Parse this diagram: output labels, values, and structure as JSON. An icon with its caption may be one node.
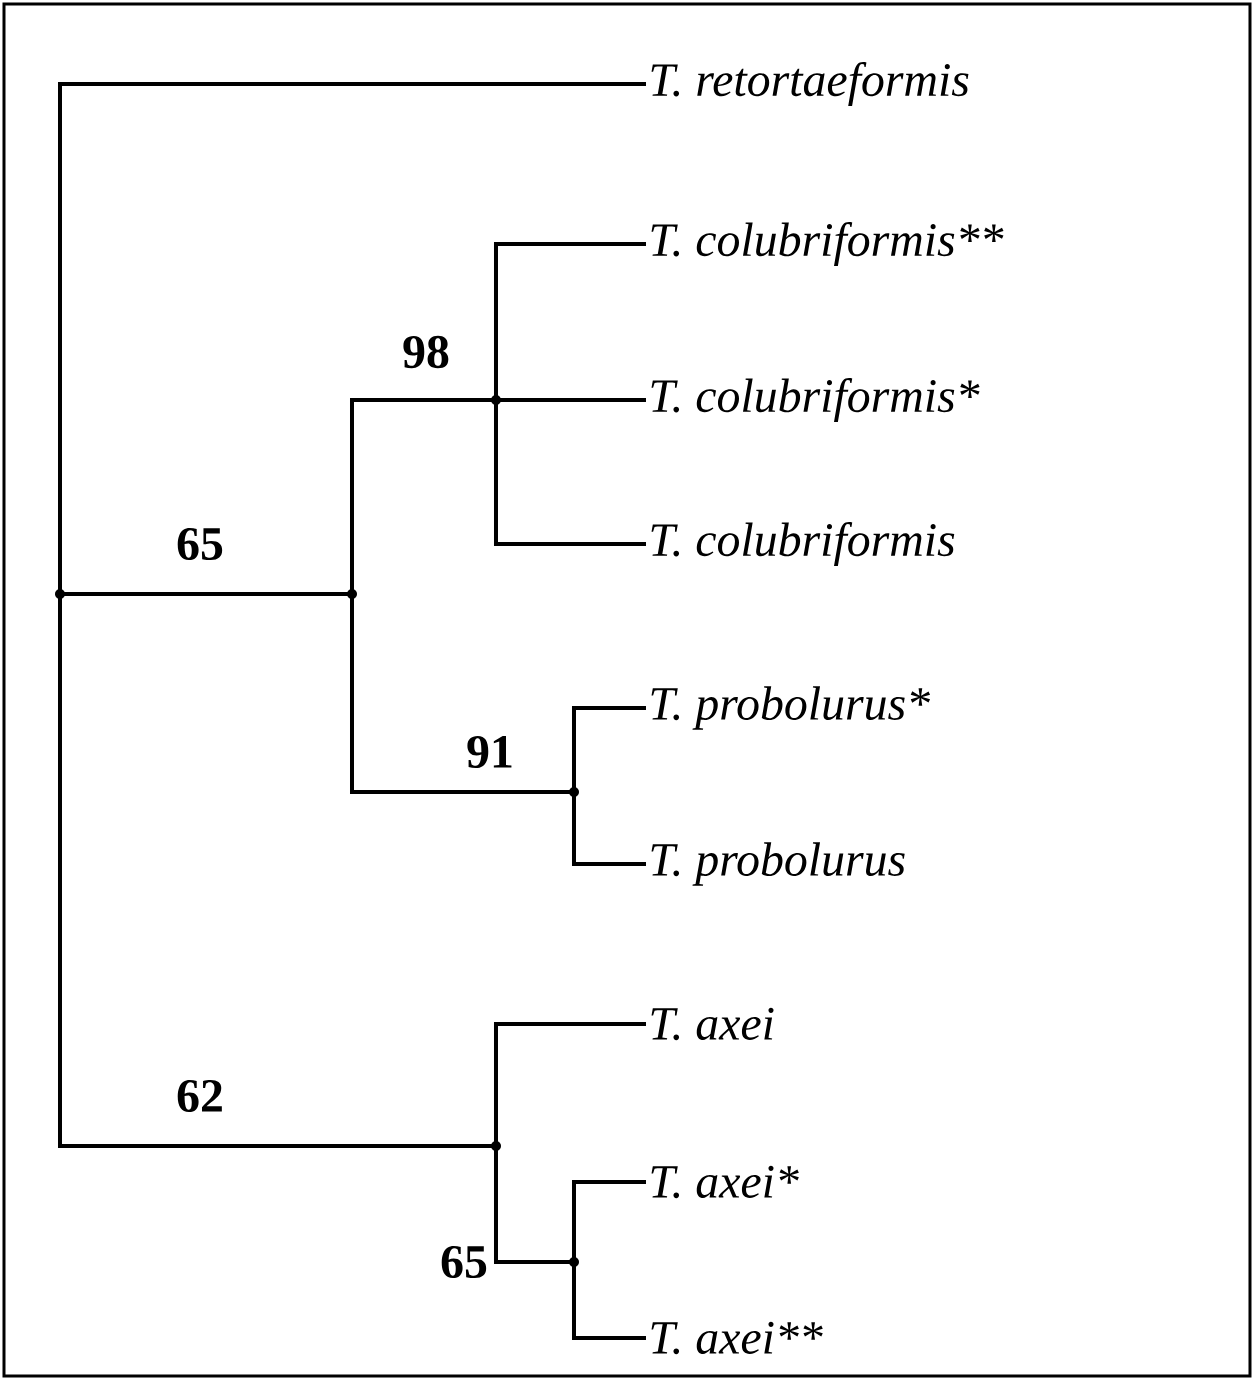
{
  "diagram": {
    "nodes": [
      {
        "text": [],
        "shape": "point"
      },
      {
        "text": [
          "T. retortaeformis"
        ]
      },
      {
        "text": [],
        "shape": "point"
      },
      {
        "text": [],
        "shape": "point"
      },
      {
        "text": [
          "T. colubriformis**"
        ]
      },
      {
        "text": [
          "T. colubriformis*"
        ]
      },
      {
        "text": [
          "T. colubriformis"
        ]
      },
      {
        "text": [],
        "shape": "point"
      },
      {
        "text": [
          "T. probolurus*"
        ]
      },
      {
        "text": [
          "T. probolurus"
        ]
      },
      {
        "text": [],
        "shape": "point"
      },
      {
        "text": [
          "T. axei"
        ]
      },
      {
        "text": [],
        "shape": "point"
      },
      {
        "text": [
          "T. axei*"
        ]
      },
      {
        "text": [
          "T. axei**"
        ]
      }
    ],
    "edges": [
      {
        "from": 0,
        "to": 1,
        "arrow": "none"
      },
      {
        "from": 0,
        "to": 2,
        "arrow": "none",
        "label": "65"
      },
      {
        "from": 2,
        "to": 3,
        "arrow": "none",
        "label": "98"
      },
      {
        "from": 3,
        "to": 4,
        "arrow": "none"
      },
      {
        "from": 3,
        "to": 5,
        "arrow": "none"
      },
      {
        "from": 3,
        "to": 6,
        "arrow": "none"
      },
      {
        "from": 2,
        "to": 7,
        "arrow": "none",
        "label": "91"
      },
      {
        "from": 7,
        "to": 8,
        "arrow": "none"
      },
      {
        "from": 7,
        "to": 9,
        "arrow": "none"
      },
      {
        "from": 0,
        "to": 10,
        "arrow": "none",
        "label": "62"
      },
      {
        "from": 10,
        "to": 11,
        "arrow": "none"
      },
      {
        "from": 10,
        "to": 12,
        "arrow": "none",
        "label": "65"
      },
      {
        "from": 12,
        "to": 13,
        "arrow": "none"
      },
      {
        "from": 12,
        "to": 14,
        "arrow": "none"
      }
    ]
  }
}
